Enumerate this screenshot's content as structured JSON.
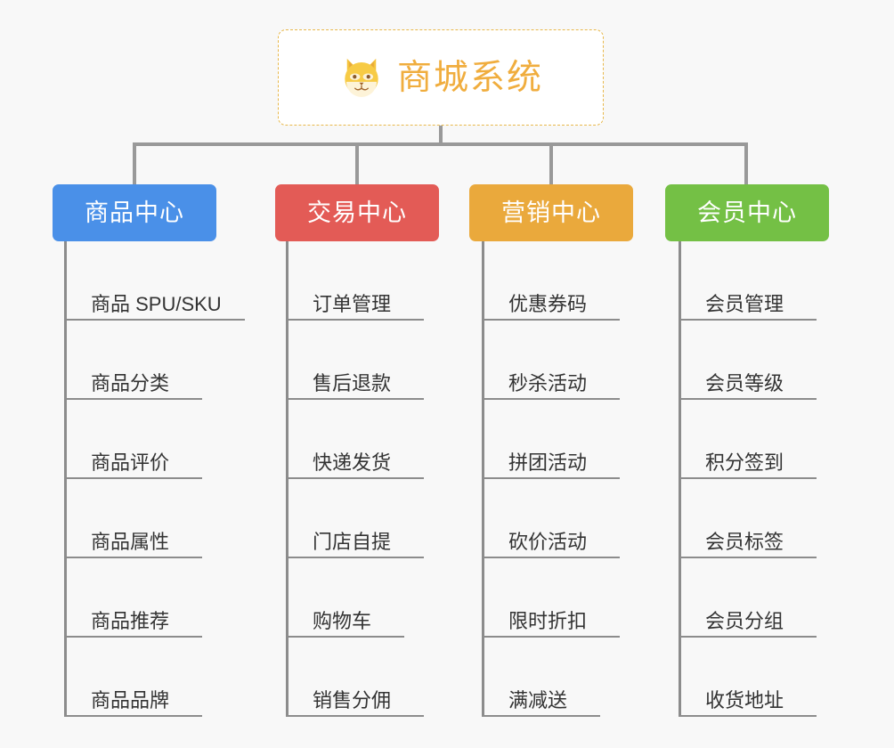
{
  "diagram": {
    "title": "商城系统",
    "background_color": "#f8f8f8",
    "root": {
      "label": "商城系统",
      "icon": "shiba-dog-emoji",
      "text_color": "#f0ad3e",
      "border_color": "#e8b84b",
      "border_style": "dashed",
      "background_color": "#ffffff"
    },
    "connector_color": "#999999",
    "leaf_line_color": "#8c8c8c",
    "columns": [
      {
        "id": "product-center",
        "label": "商品中心",
        "color": "#4a90e8",
        "items": [
          "商品 SPU/SKU",
          "商品分类",
          "商品评价",
          "商品属性",
          "商品推荐",
          "商品品牌"
        ]
      },
      {
        "id": "trade-center",
        "label": "交易中心",
        "color": "#e35b56",
        "items": [
          "订单管理",
          "售后退款",
          "快递发货",
          "门店自提",
          "购物车",
          "销售分佣"
        ]
      },
      {
        "id": "marketing-center",
        "label": "营销中心",
        "color": "#eaa93c",
        "items": [
          "优惠券码",
          "秒杀活动",
          "拼团活动",
          "砍价活动",
          "限时折扣",
          "满减送"
        ]
      },
      {
        "id": "member-center",
        "label": "会员中心",
        "color": "#74c045",
        "items": [
          "会员管理",
          "会员等级",
          "积分签到",
          "会员标签",
          "会员分组",
          "收货地址"
        ]
      }
    ]
  }
}
